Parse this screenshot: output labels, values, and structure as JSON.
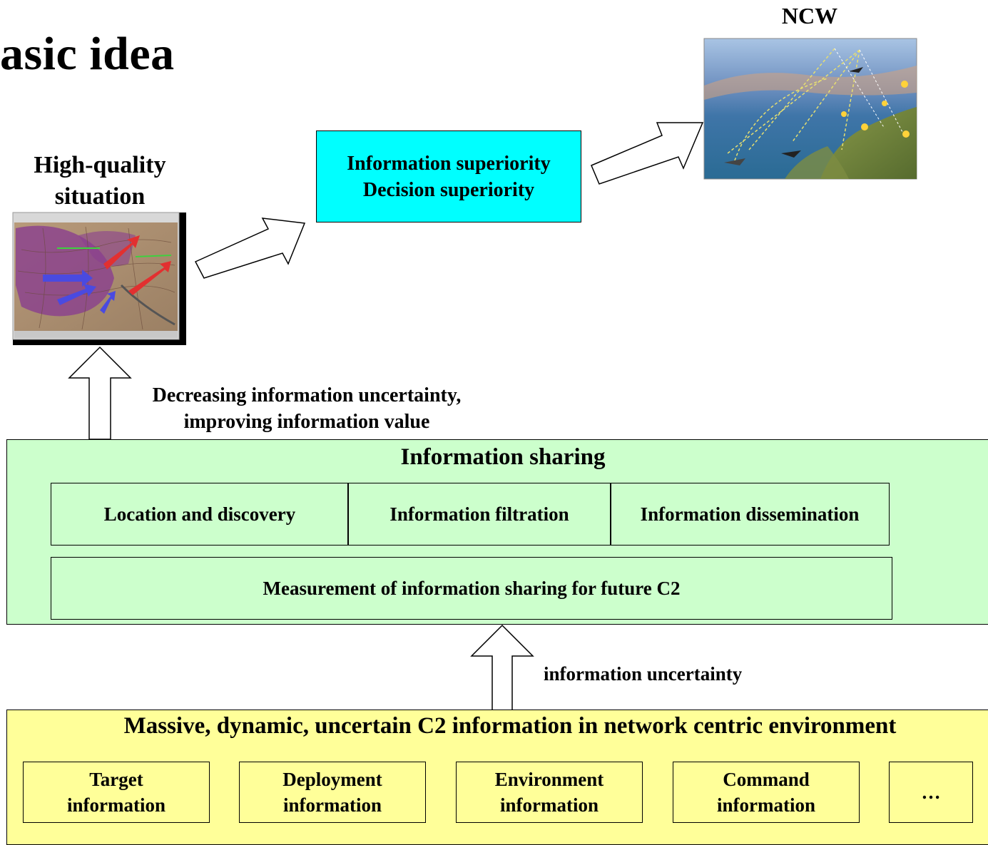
{
  "title": "asic idea",
  "ncw": {
    "label": "NCW",
    "image_icon": "network-centric-warfare-scene-image"
  },
  "situation": {
    "label_line1": "High-quality",
    "label_line2": "situation",
    "image_icon": "situation-map-screenshot-image"
  },
  "superiority_box": {
    "line1": "Information superiority",
    "line2": "Decision superiority",
    "color": "#00ffff"
  },
  "uncertainty_caption": {
    "line1": "Decreasing information uncertainty,",
    "line2": "improving information value"
  },
  "sharing": {
    "title": "Information sharing",
    "color": "#ccffcc",
    "cells": [
      "Location and discovery",
      "Information filtration",
      "Information dissemination"
    ],
    "measurement": "Measurement of information sharing for future C2"
  },
  "input_arrow_label": "information uncertainty",
  "environment": {
    "title": "Massive, dynamic, uncertain C2 information in network centric environment",
    "color": "#ffff99",
    "items": [
      {
        "line1": "Target",
        "line2": "information"
      },
      {
        "line1": "Deployment",
        "line2": "information"
      },
      {
        "line1": "Environment",
        "line2": "information"
      },
      {
        "line1": "Command",
        "line2": "information"
      },
      {
        "line1": "…",
        "line2": ""
      }
    ]
  }
}
